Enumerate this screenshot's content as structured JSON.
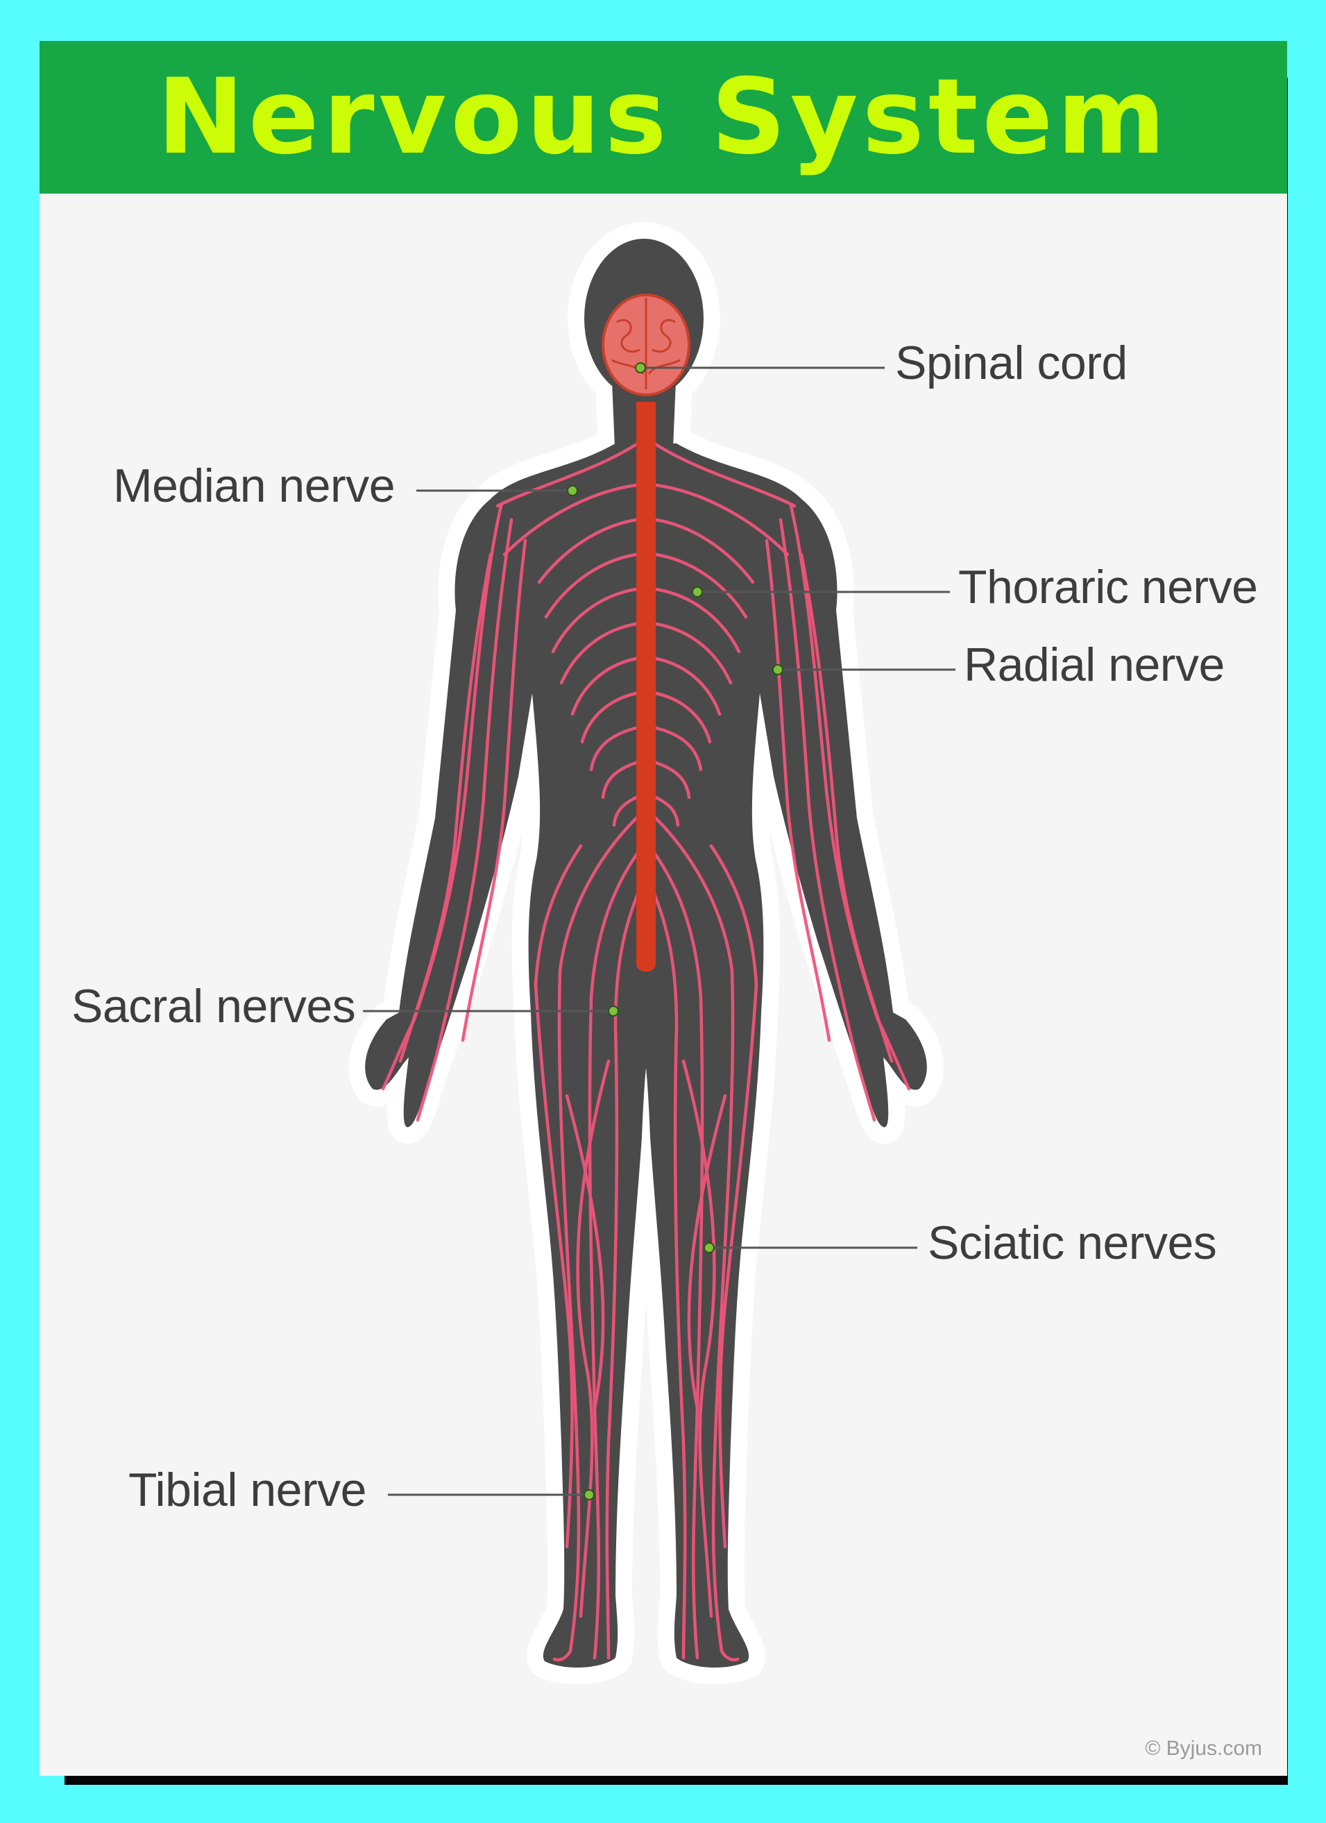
{
  "title": "Nervous System",
  "labels": {
    "spinal_cord": "Spinal cord",
    "median_nerve": "Median nerve",
    "thoraric_nerve": "Thoraric nerve",
    "radial_nerve": "Radial nerve",
    "sacral_nerves": "Sacral nerves",
    "sciatic_nerves": "Sciatic nerves",
    "tibial_nerve": "Tibial nerve"
  },
  "credit": "© Byjus.com",
  "colors": {
    "page_background": "#57fdfd",
    "title_bar": "#17a745",
    "title_text": "#cdfd06",
    "body_silhouette": "#4a4a4a",
    "nerves": "#f0557a",
    "spinal_cord": "#d63a1f",
    "brain": "#e5716a",
    "label_points": "#7cc23a"
  }
}
